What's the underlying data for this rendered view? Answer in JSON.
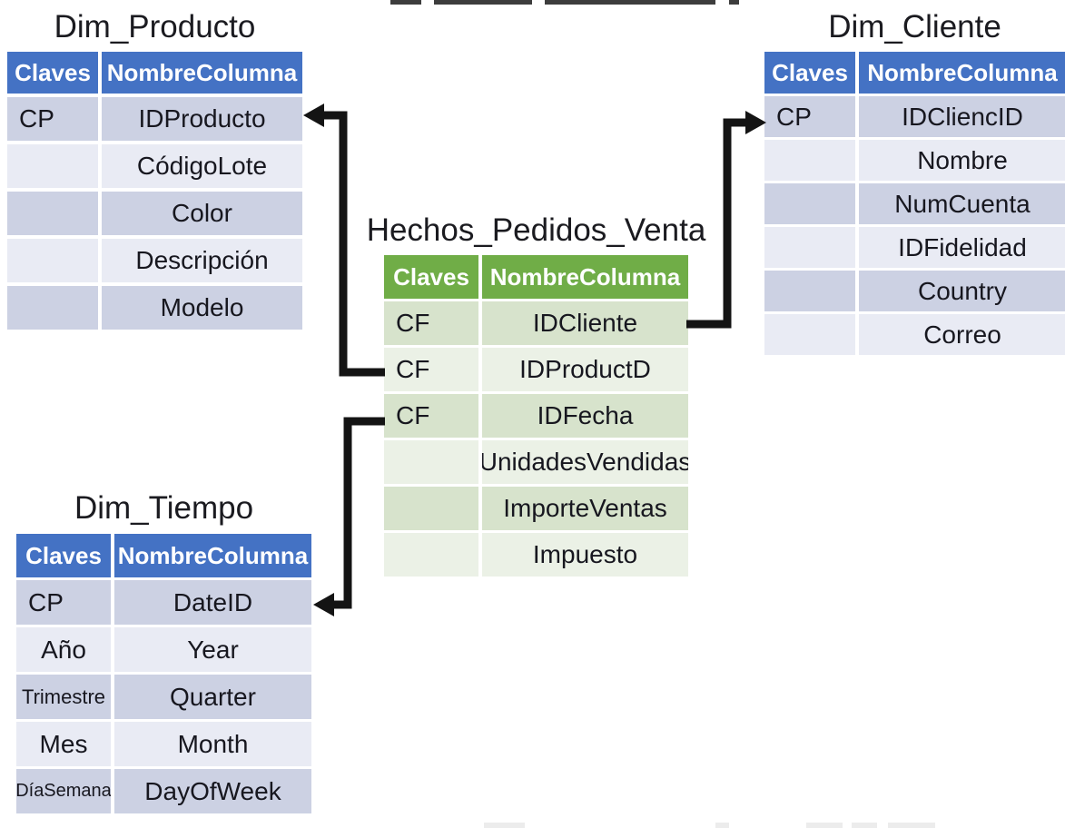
{
  "colors": {
    "header_blue": "#4472C4",
    "header_green": "#70AD47",
    "row_blue_dark": "#CCD1E3",
    "row_blue_light": "#E9EBF4",
    "row_green_dark": "#D7E3CC",
    "row_green_light": "#EBF1E6",
    "arrow": "#141414"
  },
  "tables": {
    "dim_producto": {
      "title": "Dim_Producto",
      "headers": {
        "claves": "Claves",
        "columna": "NombreColumna"
      },
      "rows": [
        {
          "clave": "CP",
          "columna": "IDProducto"
        },
        {
          "clave": "",
          "columna": "CódigoLote"
        },
        {
          "clave": "",
          "columna": "Color"
        },
        {
          "clave": "",
          "columna": "Descripción"
        },
        {
          "clave": "",
          "columna": "Modelo"
        }
      ]
    },
    "dim_cliente": {
      "title": "Dim_Cliente",
      "headers": {
        "claves": "Claves",
        "columna": "NombreColumna"
      },
      "rows": [
        {
          "clave": "CP",
          "columna": "IDCliencID"
        },
        {
          "clave": "",
          "columna": "Nombre"
        },
        {
          "clave": "",
          "columna": "NumCuenta"
        },
        {
          "clave": "",
          "columna": "IDFidelidad"
        },
        {
          "clave": "",
          "columna": "Country"
        },
        {
          "clave": "",
          "columna": "Correo"
        }
      ]
    },
    "hechos_pedidos_venta": {
      "title": "Hechos_Pedidos_Venta",
      "headers": {
        "claves": "Claves",
        "columna": "NombreColumna"
      },
      "rows": [
        {
          "clave": "CF",
          "columna": "IDCliente"
        },
        {
          "clave": "CF",
          "columna": "IDProductD"
        },
        {
          "clave": "CF",
          "columna": "IDFecha"
        },
        {
          "clave": "",
          "columna": "UnidadesVendidas"
        },
        {
          "clave": "",
          "columna": "ImporteVentas"
        },
        {
          "clave": "",
          "columna": "Impuesto"
        }
      ]
    },
    "dim_tiempo": {
      "title": "Dim_Tiempo",
      "headers": {
        "claves": "Claves",
        "columna": "NombreColumna"
      },
      "rows": [
        {
          "clave": "CP",
          "columna": "DateID"
        },
        {
          "clave": "Año",
          "columna": "Year"
        },
        {
          "clave": "Trimestre",
          "columna": "Quarter"
        },
        {
          "clave": "Mes",
          "columna": "Month"
        },
        {
          "clave": "DíaSemana",
          "columna": "DayOfWeek"
        }
      ]
    }
  },
  "relations": [
    {
      "from": "Hechos_Pedidos_Venta.IDProductD",
      "to": "Dim_Producto.IDProducto"
    },
    {
      "from": "Hechos_Pedidos_Venta.IDCliente",
      "to": "Dim_Cliente.IDCliencID"
    },
    {
      "from": "Hechos_Pedidos_Venta.IDFecha",
      "to": "Dim_Tiempo.DateID"
    }
  ]
}
